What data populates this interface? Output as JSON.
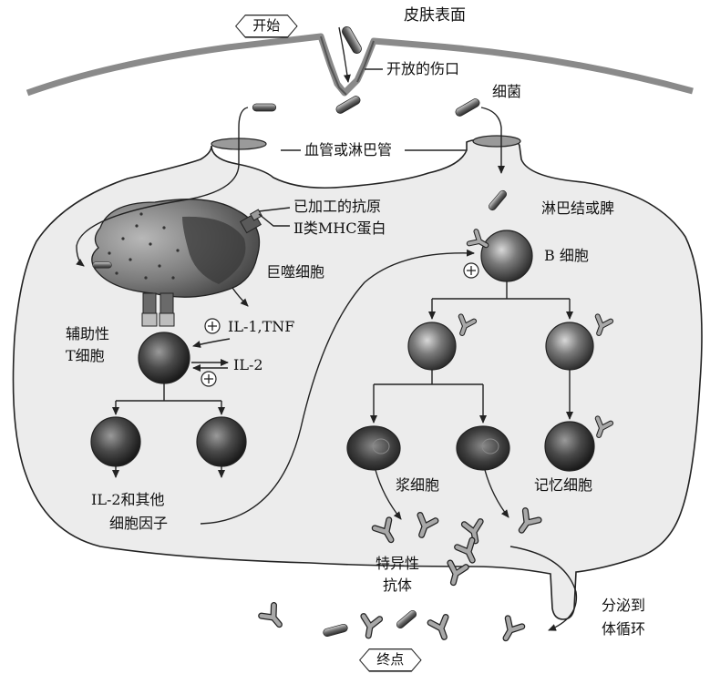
{
  "labels": {
    "start": "开始",
    "end": "终点",
    "skin_surface": "皮肤表面",
    "open_wound": "开放的伤口",
    "bacteria": "细菌",
    "vessel": "血管或淋巴管",
    "processed_antigen": "已加工的抗原",
    "mhc2": "Ⅱ类MHC蛋白",
    "macrophage": "巨噬细胞",
    "lymph_node": "淋巴结或脾",
    "b_cell": "B 细胞",
    "helper_t_line1": "辅助性",
    "helper_t_line2": "T细胞",
    "il1_tnf": "IL-1,TNF",
    "il2": "IL-2",
    "il2_others_line1": "IL-2和其他",
    "il2_others_line2": "细胞因子",
    "plasma_cell": "浆细胞",
    "memory_cell": "记忆细胞",
    "antibody_line1": "特异性",
    "antibody_line2": "抗体",
    "secrete_line1": "分泌到",
    "secrete_line2": "体循环",
    "plus": "⊕"
  },
  "colors": {
    "line": "#222222",
    "skin": "#8a8a8a",
    "node_fill": "#ededed",
    "cell_dark": "#3a3a3a",
    "antibody": "#9a9a9a"
  }
}
